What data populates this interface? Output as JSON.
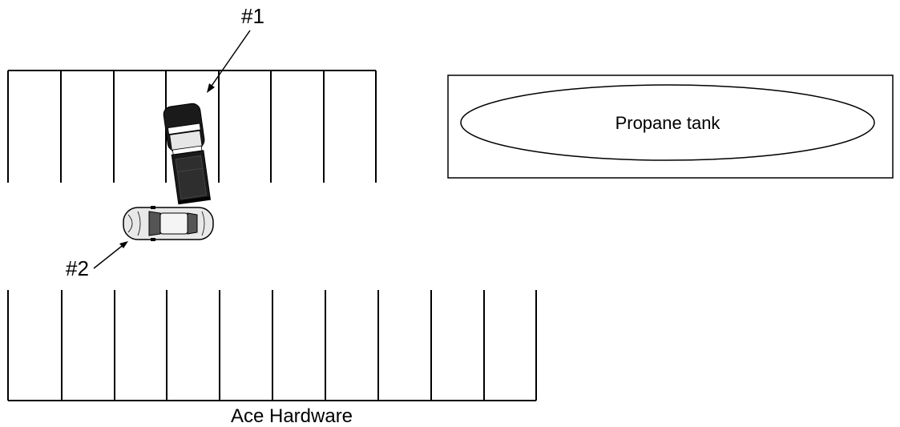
{
  "labels": {
    "vehicle_1": "#1",
    "vehicle_2": "#2",
    "propane_tank": "Propane tank",
    "building": "Ace Hardware"
  },
  "colors": {
    "ink": "#000000",
    "truck_body": "#1a1a1a",
    "car_body": "#e8e8e8",
    "background": "#ffffff"
  },
  "top_row_stall_count": 7,
  "bottom_row_stall_count": 10
}
